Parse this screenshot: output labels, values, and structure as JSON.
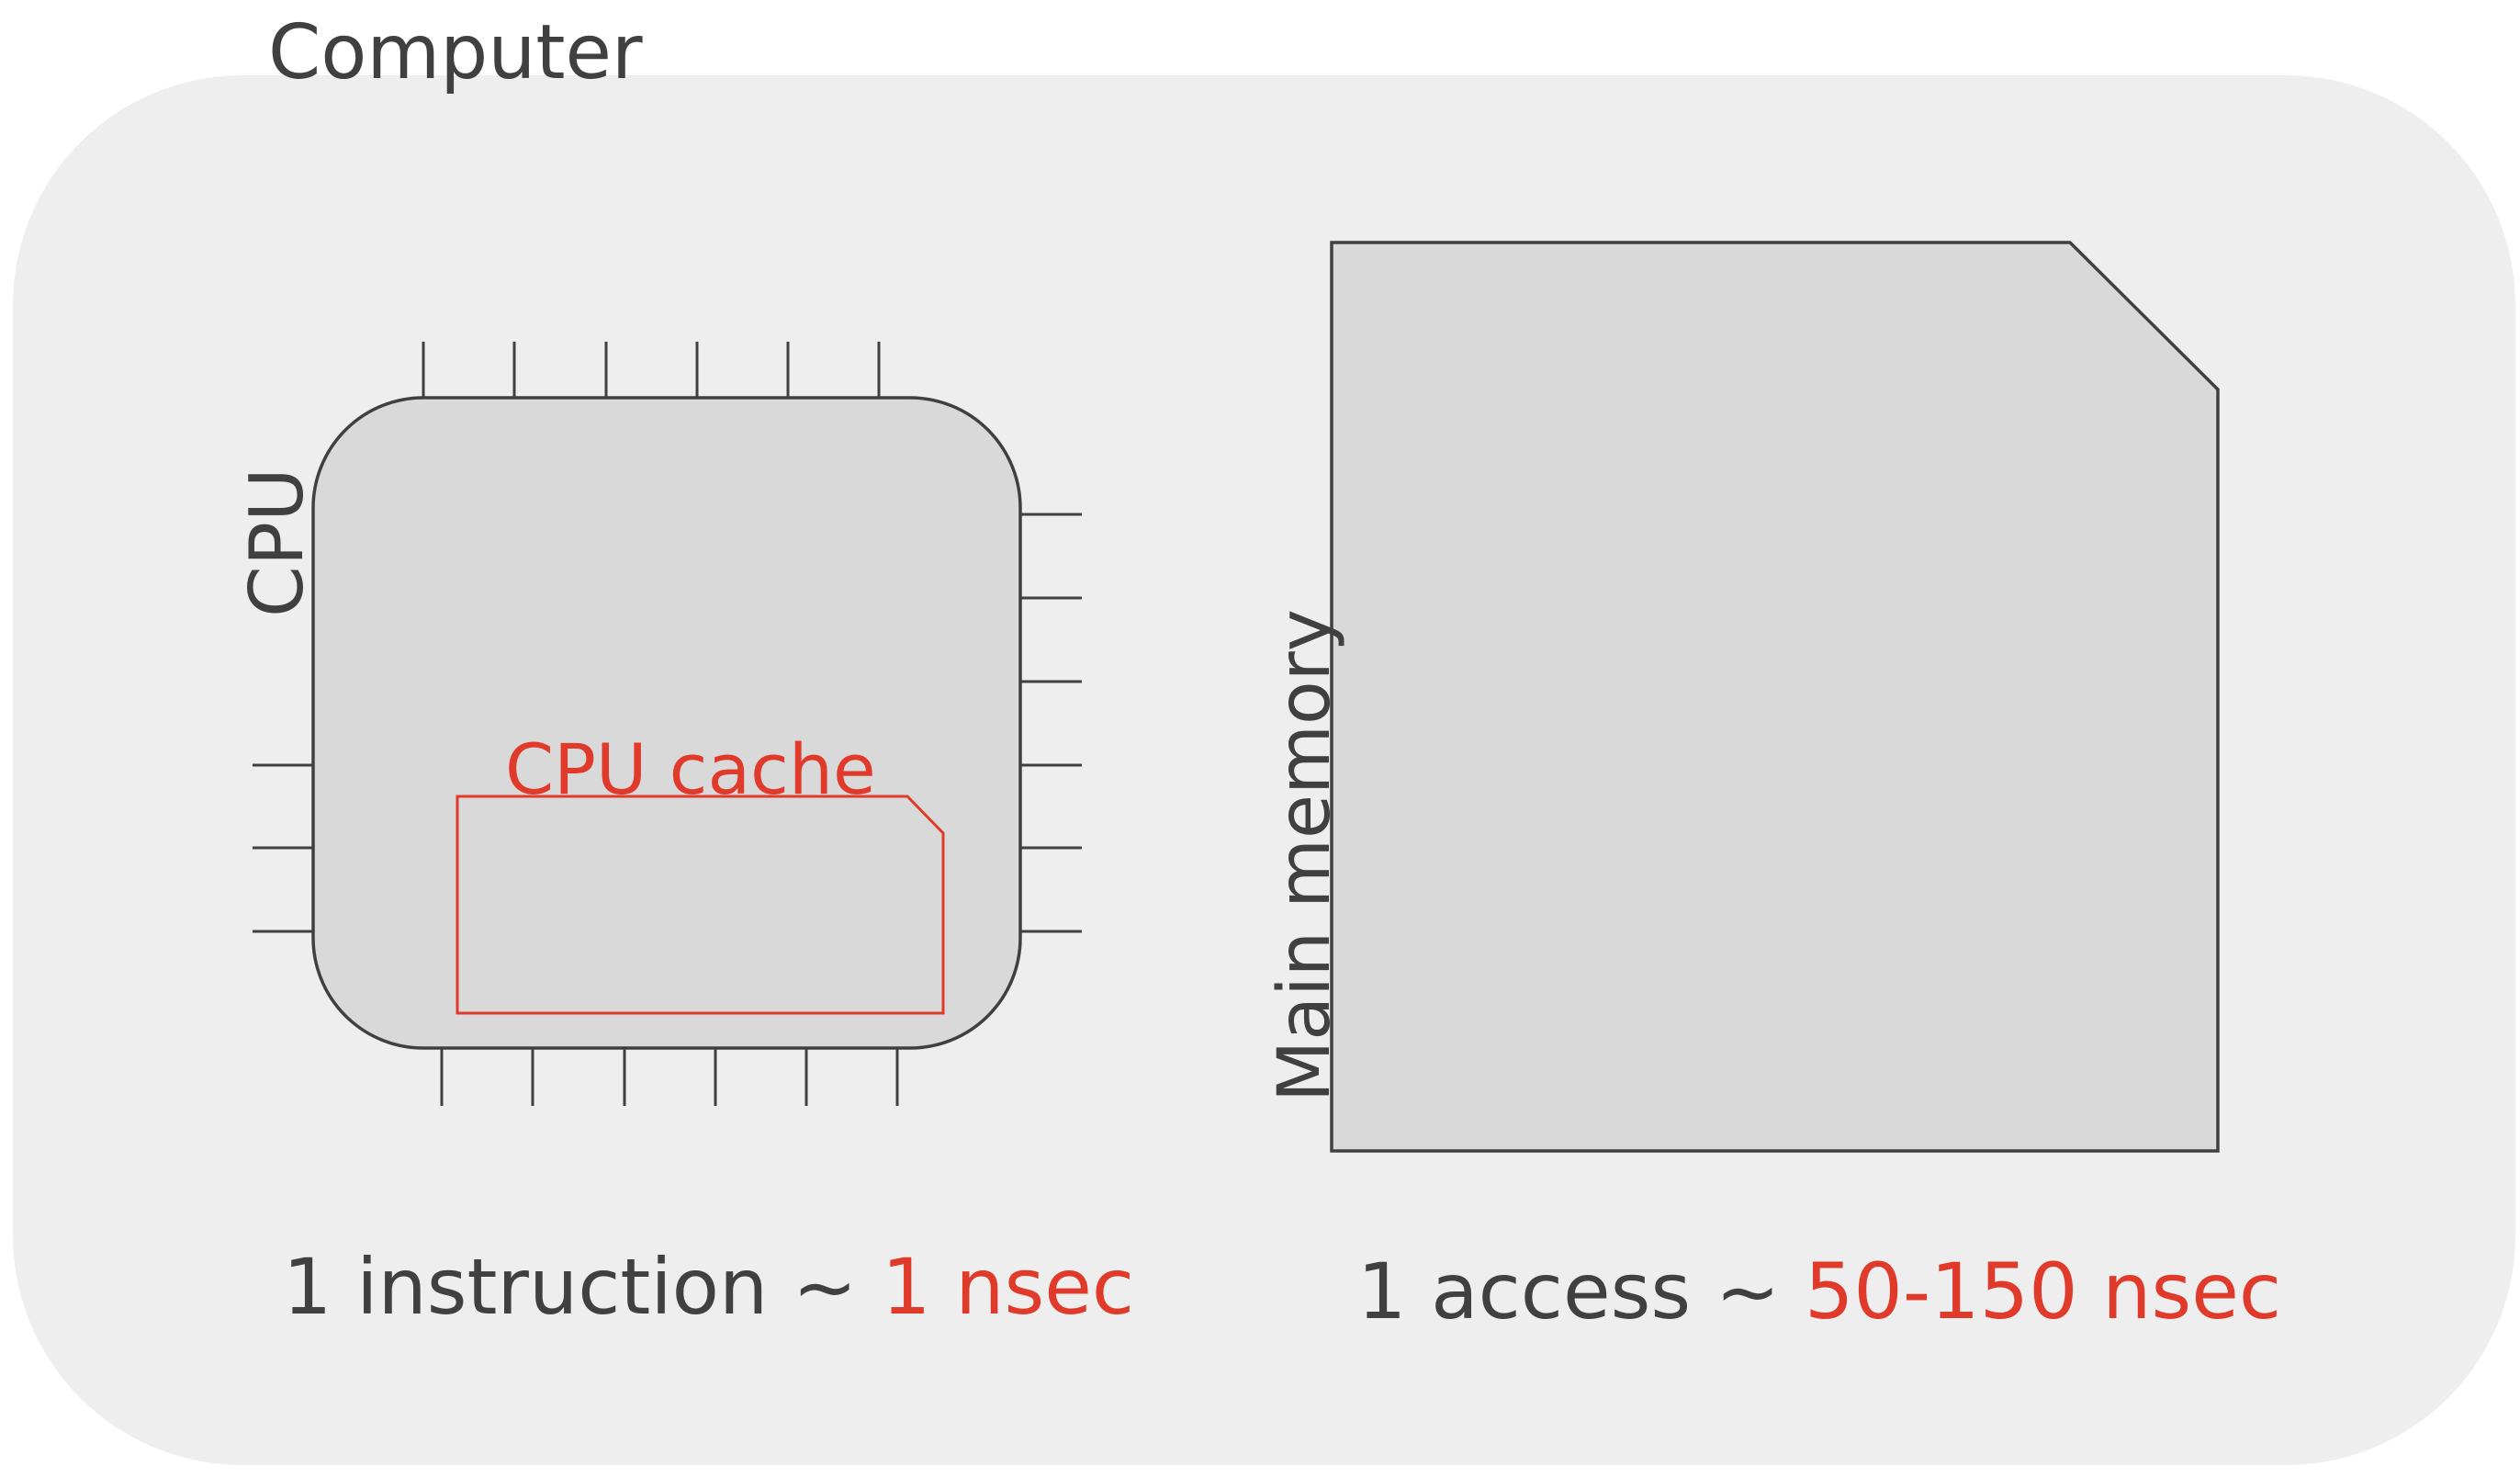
{
  "computer": {
    "label": "Computer",
    "fill": "#eeeeee"
  },
  "cpu": {
    "label": "CPU",
    "fill": "#d9d9d9",
    "stroke": "#404040"
  },
  "cpu_cache": {
    "label": "CPU cache",
    "color": "#e03a2a"
  },
  "main_memory": {
    "label": "Main memory",
    "fill": "#d9d9d9",
    "stroke": "#404040"
  },
  "cpu_timing": {
    "prefix": "1 instruction ~ ",
    "value": "1 nsec"
  },
  "memory_timing": {
    "prefix": "1 access ~ ",
    "value": "50-150 nsec"
  },
  "colors": {
    "text": "#404040",
    "highlight": "#e03a2a"
  }
}
